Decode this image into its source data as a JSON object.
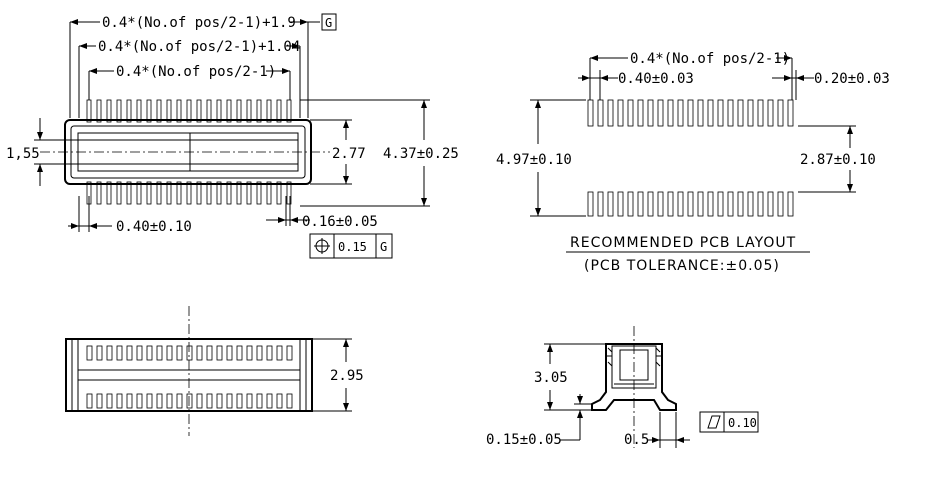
{
  "top_view": {
    "dim_overall": "0.4*(No.of pos/2-1)+1.9",
    "datum_flag": "G",
    "dim_body": "0.4*(No.of pos/2-1)+1.04",
    "dim_pitch_span": "0.4*(No.of pos/2-1)",
    "dim_left_height": "1,55",
    "dim_inner_height": "2.77",
    "dim_total_height": "4.37±0.25",
    "dim_pitch": "0.40±0.10",
    "dim_pin_width": "0.16±0.05",
    "tolerance_frame": {
      "symbol": "⌖",
      "value": "0.15",
      "datum": "G"
    }
  },
  "pcb_layout": {
    "dim_pitch_span": "0.4*(No.of pos/2-1)",
    "dim_pad_pitch": "0.40±0.03",
    "dim_pad_width": "0.20±0.03",
    "dim_total_height": "4.97±0.10",
    "dim_gap_height": "2.87±0.10",
    "caption_title": "RECOMMENDED PCB LAYOUT",
    "caption_tolerance": "(PCB TOLERANCE:±0.05)"
  },
  "front_view": {
    "dim_height": "2.95"
  },
  "side_view": {
    "dim_height": "3.05",
    "dim_standoff": "0.15±0.05",
    "dim_lead": "0.5",
    "flatness_frame": {
      "symbol": "▱",
      "value": "0.10"
    }
  }
}
